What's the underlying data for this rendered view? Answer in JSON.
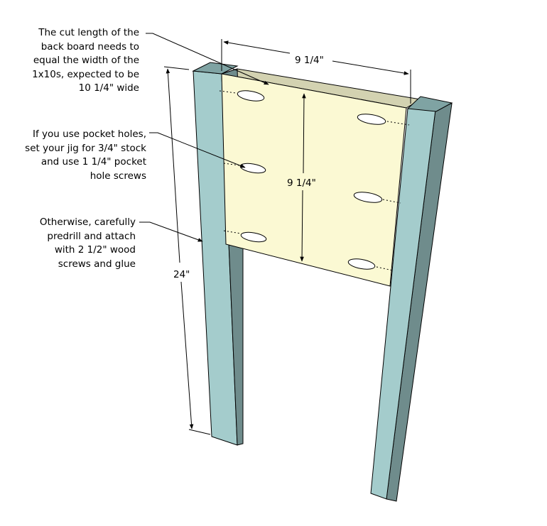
{
  "annotations": {
    "back_board": [
      "The cut length of the",
      "back board needs to",
      "equal the width of the",
      "1x10s, expected to be",
      "10 1/4\" wide"
    ],
    "pocket_holes": [
      "If you use pocket holes,",
      "set your jig for 3/4\" stock",
      "and use 1 1/4\" pocket",
      "hole screws"
    ],
    "otherwise": [
      "Otherwise, carefully",
      "predrill and attach",
      "with 2 1/2\" wood",
      "screws and glue"
    ]
  },
  "dimensions": {
    "width": "9 1/4\"",
    "height": "9 1/4\"",
    "leg_length": "24\""
  },
  "colors": {
    "leg_front": "#a4cccc",
    "leg_side": "#6f8c8c",
    "leg_top": "#7fa3a3",
    "board_face": "#fbf9d3",
    "board_top": "#d3d2b1",
    "outline": "#000000"
  }
}
